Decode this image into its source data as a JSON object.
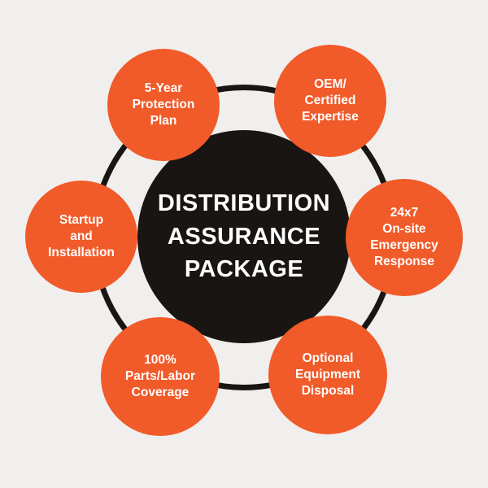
{
  "diagram": {
    "title": "DISTRIBUTION\nASSURANCE\nPACKAGE",
    "colors": {
      "background": "#f0efed",
      "center_black": "#191512",
      "node_orange": "#f15a29",
      "text_white": "#ffffff"
    },
    "nodes": [
      {
        "id": "protection-plan",
        "label": "5-Year\nProtection\nPlan"
      },
      {
        "id": "oem-expertise",
        "label": "OEM/\nCertified\nExpertise"
      },
      {
        "id": "startup-installation",
        "label": "Startup\nand\nInstallation"
      },
      {
        "id": "emergency-response",
        "label": "24x7\nOn-site\nEmergency\nResponse"
      },
      {
        "id": "parts-labor-coverage",
        "label": "100%\nParts/Labor\nCoverage"
      },
      {
        "id": "equipment-disposal",
        "label": "Optional\nEquipment\nDisposal"
      }
    ]
  }
}
